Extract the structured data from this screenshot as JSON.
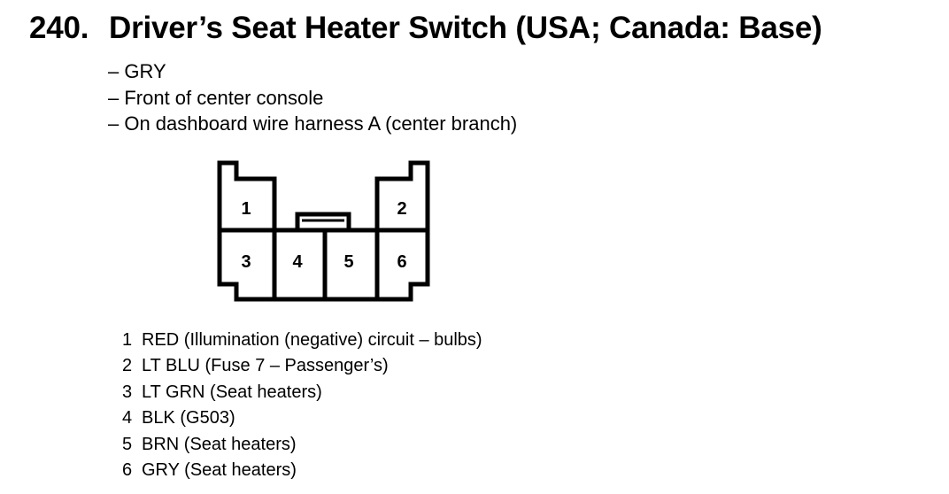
{
  "title": {
    "number": "240.",
    "text": "Driver’s Seat Heater Switch (USA; Canada: Base)"
  },
  "description": [
    "– GRY",
    "– Front of center console",
    "– On dashboard wire harness A (center branch)"
  ],
  "connector": {
    "cavities": [
      "1",
      "2",
      "3",
      "4",
      "5",
      "6"
    ]
  },
  "pins": [
    {
      "num": "1",
      "desc": "RED (Illumination (negative) circuit – bulbs)"
    },
    {
      "num": "2",
      "desc": "LT BLU (Fuse 7 – Passenger’s)"
    },
    {
      "num": "3",
      "desc": "LT GRN (Seat heaters)"
    },
    {
      "num": "4",
      "desc": "BLK (G503)"
    },
    {
      "num": "5",
      "desc": "BRN (Seat heaters)"
    },
    {
      "num": "6",
      "desc": "GRY (Seat heaters)"
    }
  ]
}
